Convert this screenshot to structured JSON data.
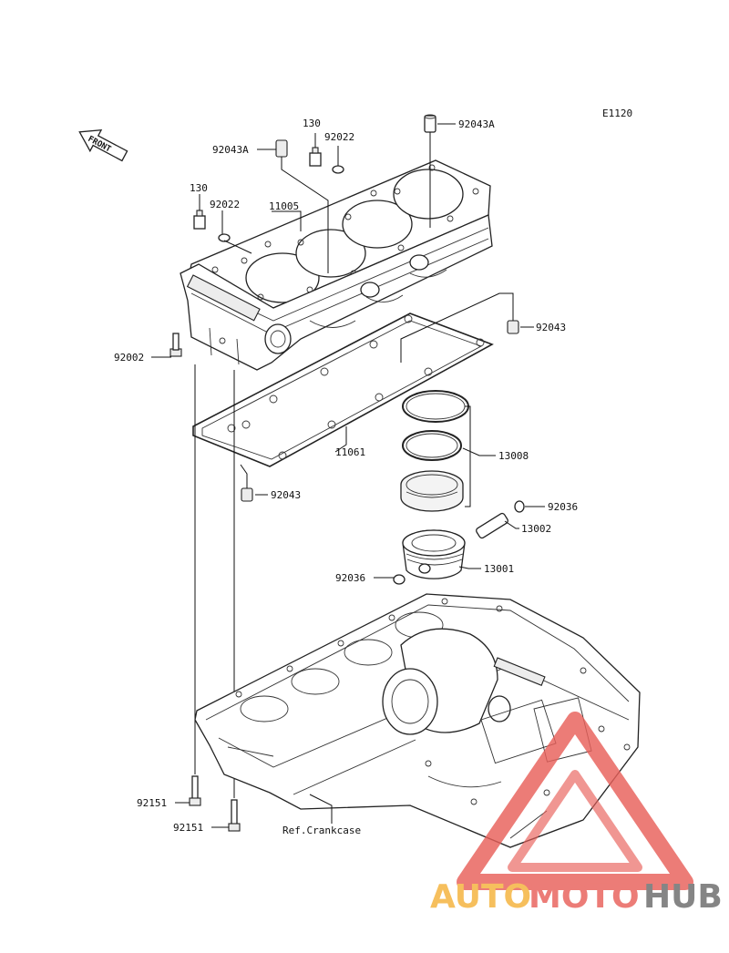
{
  "diagram_code": "E1120",
  "front_label": "FRONT",
  "labels": {
    "p130_top": "130",
    "p92022_top": "92022",
    "p92043A_left": "92043A",
    "p92043A_right": "92043A",
    "p130_left": "130",
    "p92022_left": "92022",
    "p11005": "11005",
    "p92043_right": "92043",
    "p92002": "92002",
    "p11061": "11061",
    "p13008": "13008",
    "p92043_lower": "92043",
    "p92036_right": "92036",
    "p13002": "13002",
    "p13001": "13001",
    "p92036_left": "92036",
    "p92151_a": "92151",
    "p92151_b": "92151",
    "ref_crankcase": "Ref.Crankcase"
  },
  "watermark": {
    "part1": "AUTO",
    "part2": "MOTO",
    "part3": "HUB",
    "color1": "#f5b23a",
    "color2": "#e8605a",
    "color3": "#6b6b6b"
  }
}
